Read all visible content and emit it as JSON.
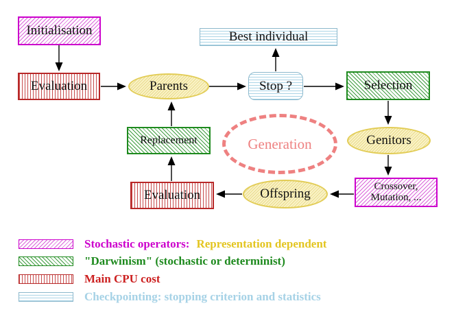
{
  "nodes": {
    "initialisation": {
      "label": "Initialisation"
    },
    "evaluation_top": {
      "label": "Evaluation"
    },
    "best_individual": {
      "label": "Best individual"
    },
    "parents": {
      "label": "Parents"
    },
    "stop": {
      "label": "Stop ?"
    },
    "selection": {
      "label": "Selection"
    },
    "replacement": {
      "label": "Replacement"
    },
    "generation": {
      "label": "Generation"
    },
    "genitors": {
      "label": "Genitors"
    },
    "evaluation_bottom": {
      "label": "Evaluation"
    },
    "crossover": {
      "line1": "Crossover,",
      "line2": "Mutation, ..."
    },
    "offspring": {
      "label": "Offspring"
    }
  },
  "legend": {
    "items": [
      {
        "swatch": "magenta-diagonal-hatch",
        "text": "Stochastic operators:",
        "text2": "Representation dependent"
      },
      {
        "swatch": "green-diagonal-hatch",
        "text": "\"Darwinism\" (stochastic or determinist)"
      },
      {
        "swatch": "red-vertical-stripes",
        "text": "Main CPU cost"
      },
      {
        "swatch": "cyan-horizontal-stripes",
        "text": "Checkpointing: stopping criterion and statistics"
      }
    ]
  },
  "colors": {
    "magenta": "#cc00cc",
    "red_stripe": "#c03030",
    "red_text": "#cc2020",
    "green": "#1e8a1e",
    "yellow_border": "#e2cc55",
    "yellow_fill": "#faf3c6",
    "cyan": "#a6d2e6",
    "salmon": "#ee8181",
    "gold_text": "#e3c520",
    "arrow": "#000000",
    "background": "#ffffff"
  }
}
